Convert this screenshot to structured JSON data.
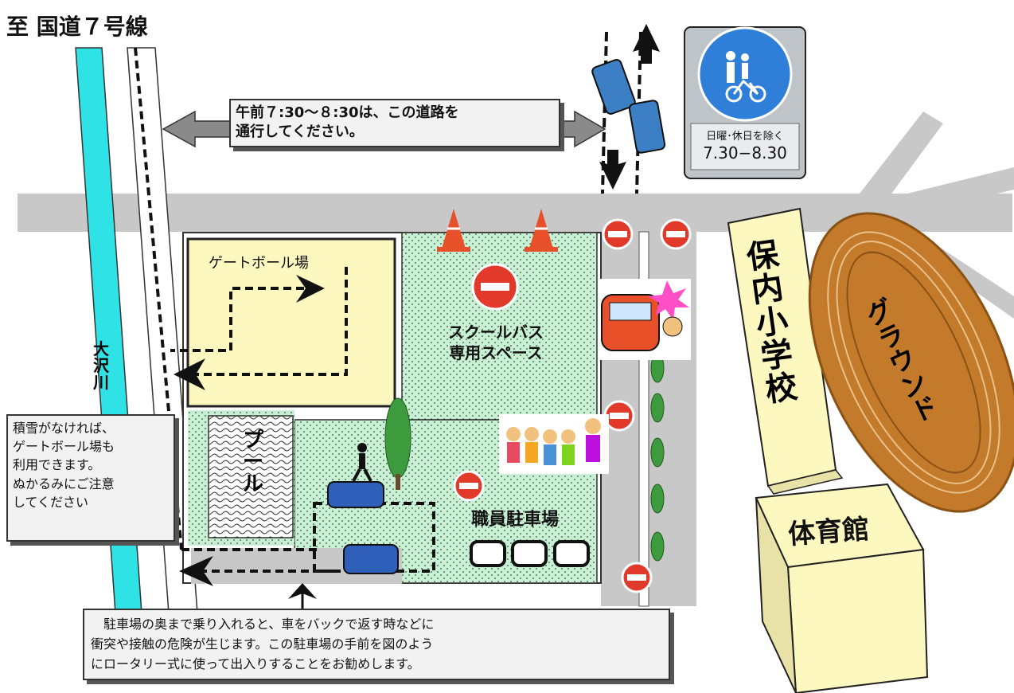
{
  "title": "至 国道７号線",
  "notices": {
    "road_time": "午前７:30～８:30は、この道路を\n通行してください。",
    "snow": "積雪がなければ、\nゲートボール場も\n利用できます。\nぬかるみにご注意\nしてください",
    "parking": "　駐車場の奥まで乗り入れると、車をバックで返す時などに\n衝突や接触の危険が生じます。この駐車場の手前を図のよう\nにロータリー式に使って出入りすることをお勧めします。"
  },
  "sign": {
    "line1": "日曜･休日を除く",
    "line2": "7.30−8.30"
  },
  "labels": {
    "river": "大沢川",
    "gateball": "ゲートボール場",
    "school_bus": "スクールバス\n専用スペース",
    "pool": "プール",
    "staff_parking": "職員駐車場",
    "school": "保内小学校",
    "ground": "グラウンド",
    "gym": "体育館"
  },
  "colors": {
    "road": "#c8c8c8",
    "river": "#2fe2e6",
    "field": "#fdf7c0",
    "parking_area": "#c9f0d4",
    "building": "#fdf7c0",
    "track": "#c47a2b",
    "no_entry": "#e23a2a",
    "sign_blue": "#2f7fd8"
  }
}
